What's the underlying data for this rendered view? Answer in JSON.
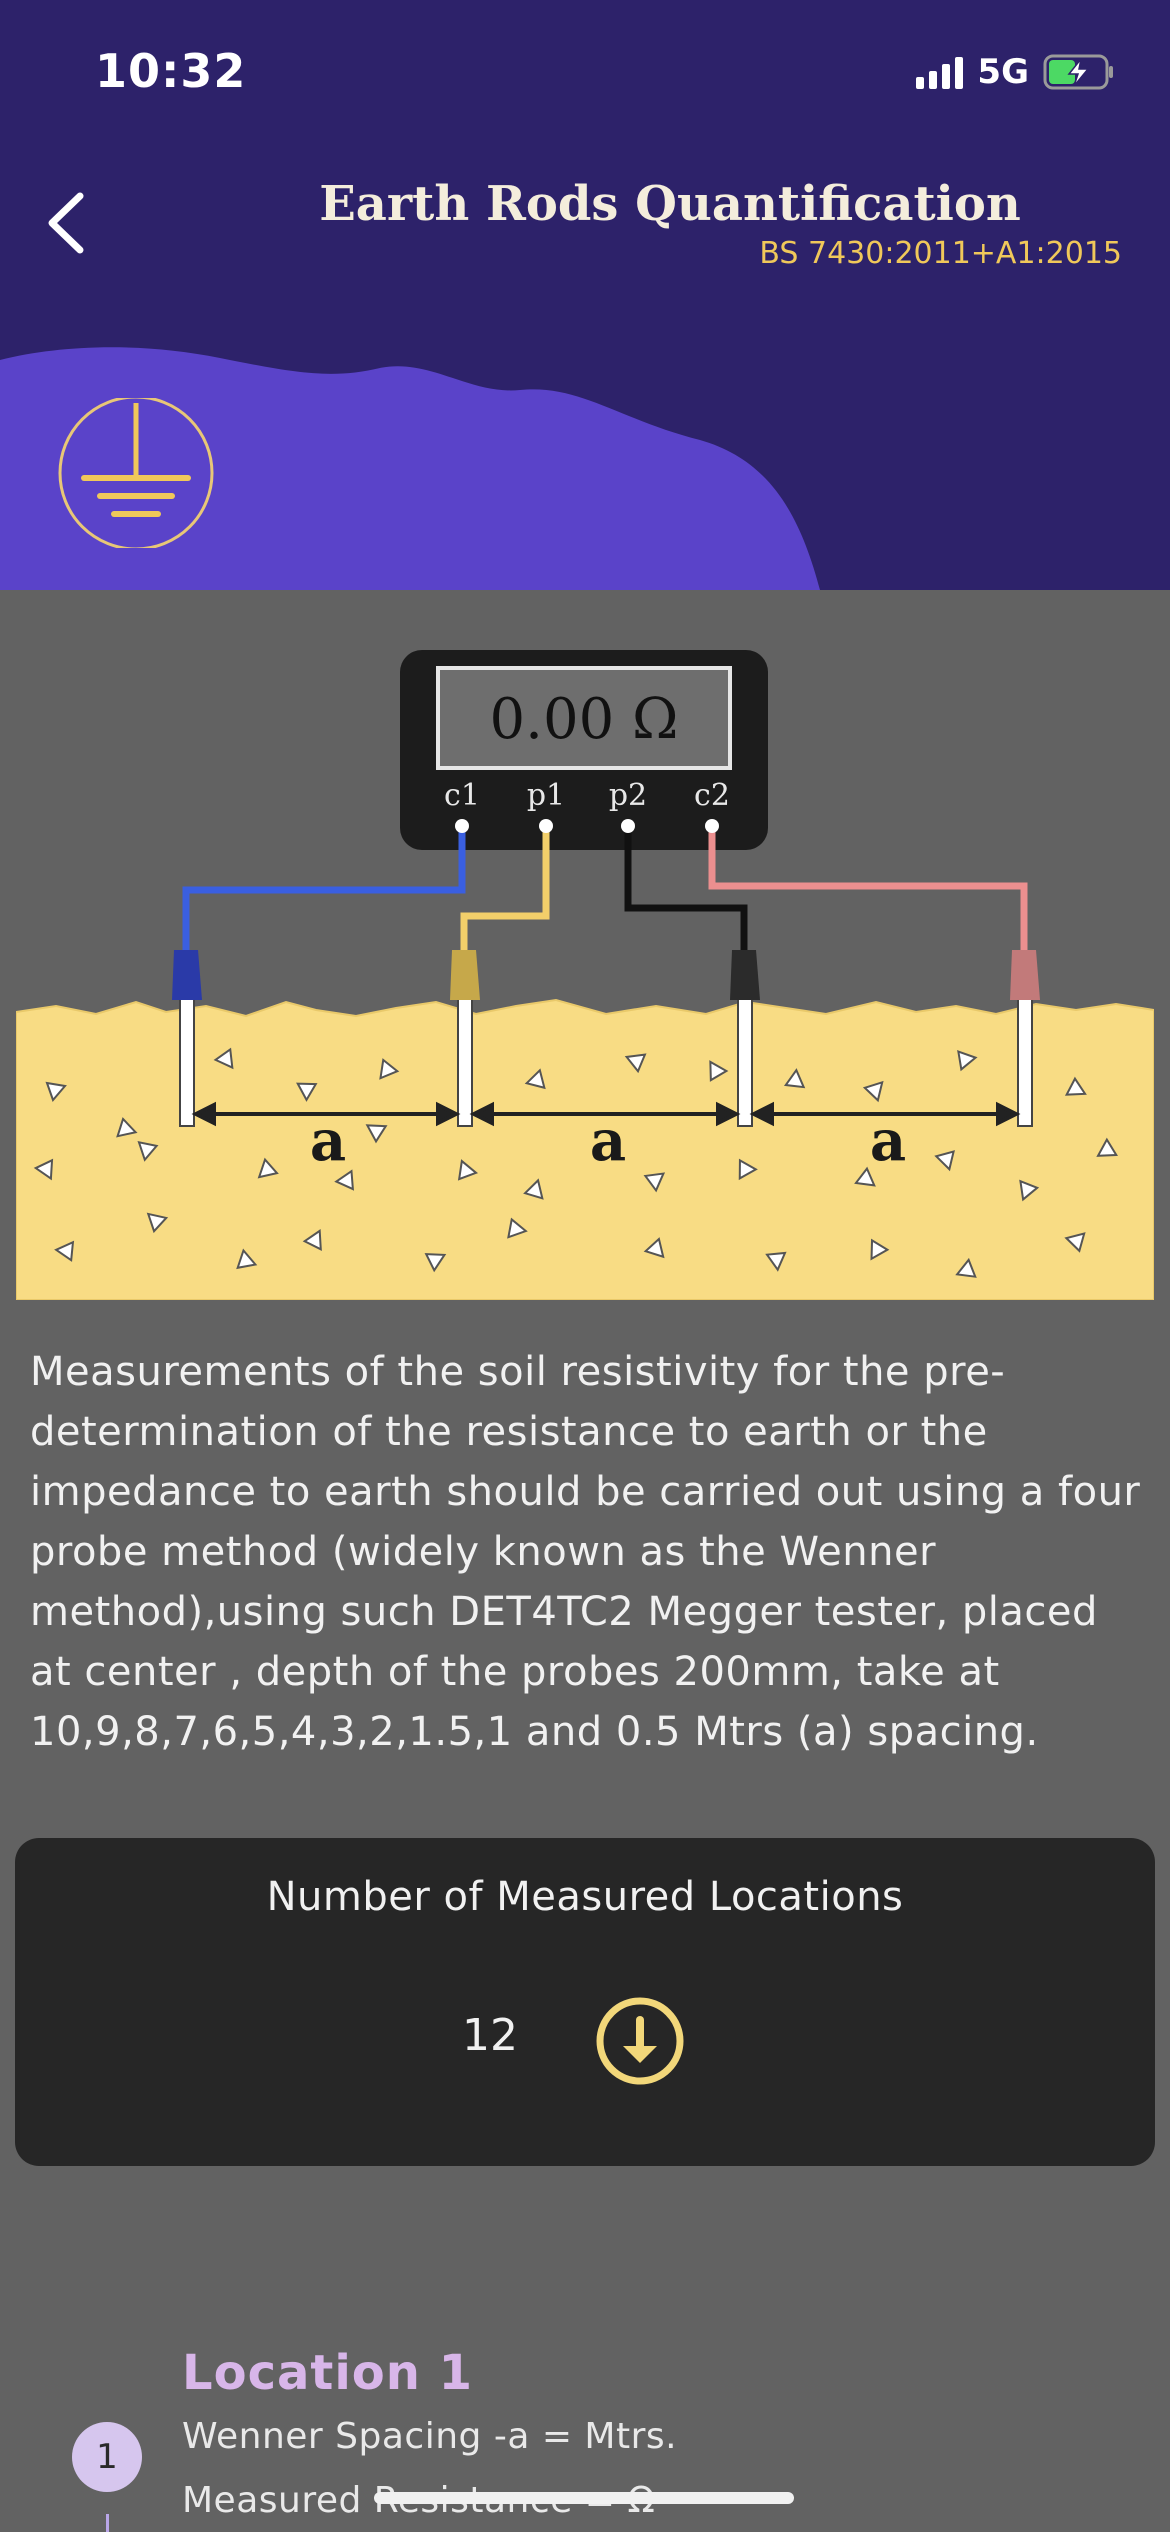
{
  "status_bar": {
    "time": "10:32",
    "network": "5G"
  },
  "header": {
    "title": "Earth Rods Quantification",
    "standard": "BS 7430:2011+A1:2015"
  },
  "diagram": {
    "meter_reading": "0.00 Ω",
    "terminals": [
      "c1",
      "p1",
      "p2",
      "c2"
    ],
    "spacing_labels": [
      "a",
      "a",
      "a"
    ],
    "colors": {
      "c1": "#3a5fe0",
      "p1": "#f2cf6a",
      "p2": "#111111",
      "c2": "#ec8f8f",
      "soil": "#f8dc84"
    }
  },
  "description": "Measurements of the soil resistivity for the pre-determination of the resistance to earth or the impedance to earth should be carried out using a four probe method (widely known as the Wenner method),using such DET4TC2 Megger tester, placed at center , depth of the probes 200mm, take at 10,9,8,7,6,5,4,3,2,1.5,1 and 0.5 Mtrs (a) spacing.",
  "measured_locations": {
    "label": "Number of Measured Locations",
    "value": "12"
  },
  "location": {
    "title": "Location 1",
    "step_number": "1",
    "spacing_line": "Wenner Spacing -a =  Mtrs.",
    "resistance_line": "Measured Resistance =  Ω"
  },
  "theme": {
    "header_bg": "#2d226a",
    "accent": "#f0c85a",
    "body_bg": "#626262",
    "panel_bg": "#262626"
  }
}
